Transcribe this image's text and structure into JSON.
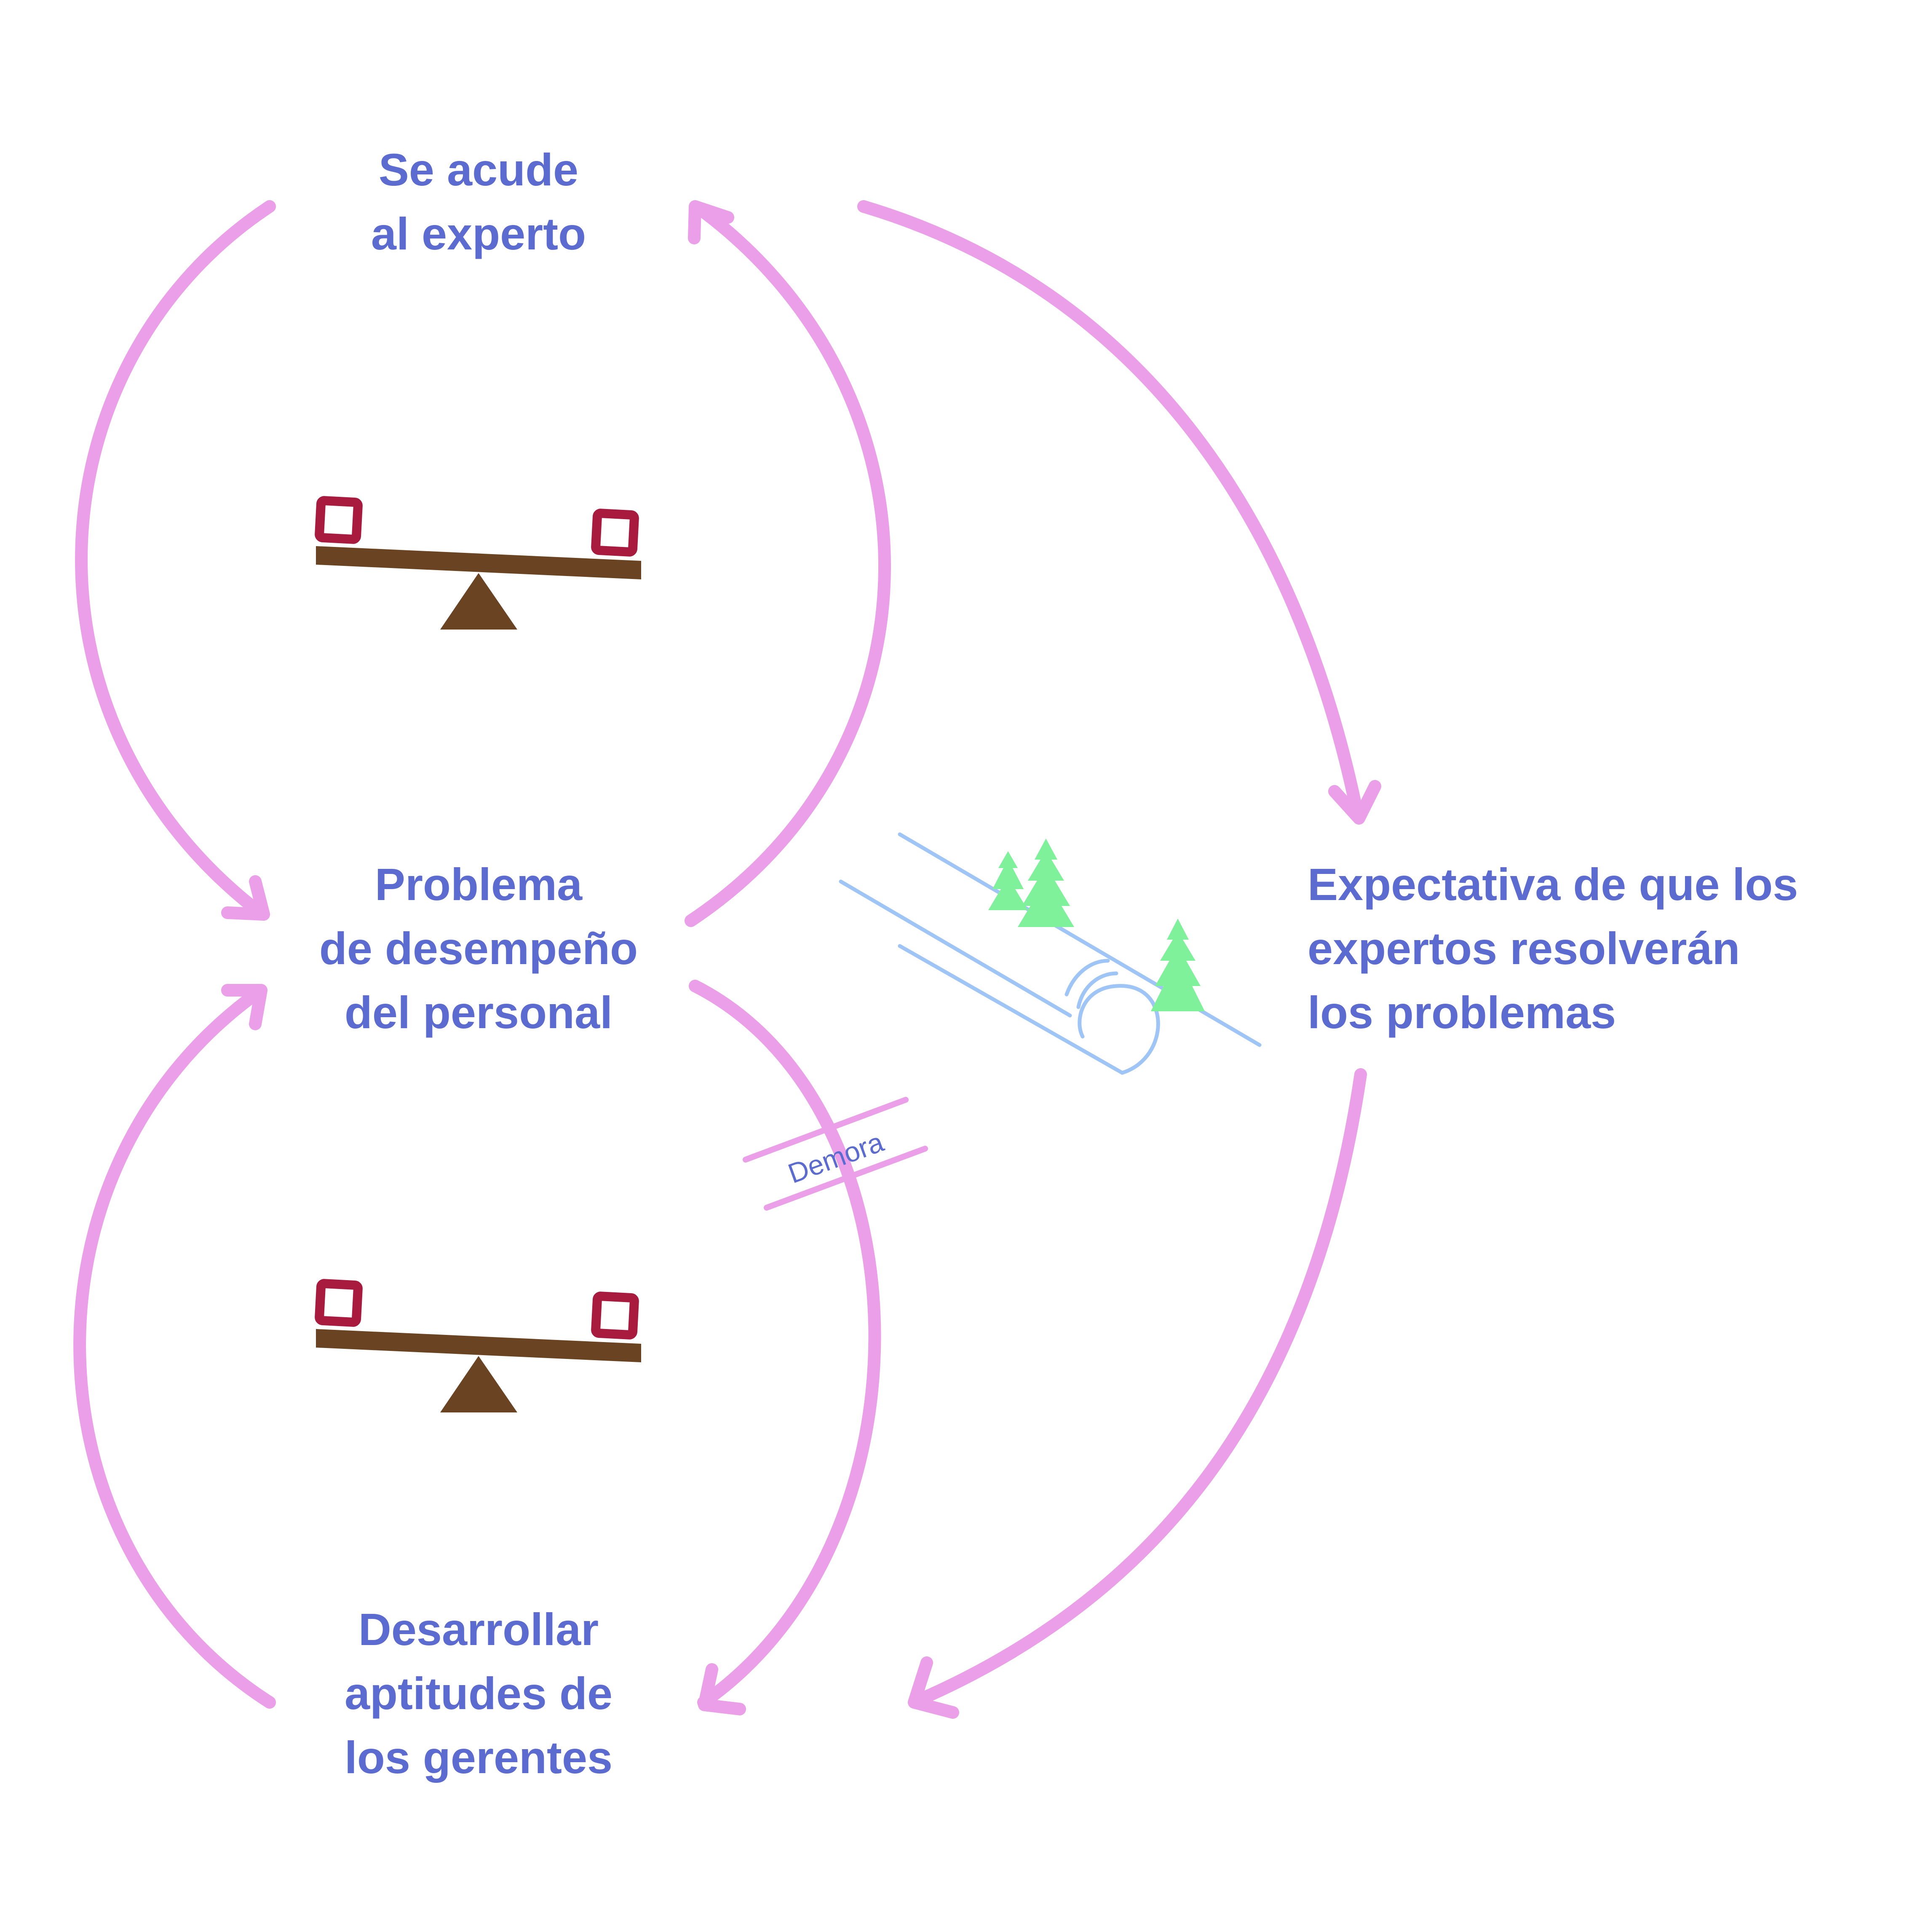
{
  "nodes": {
    "experto": {
      "lines": [
        "Se acude",
        "al experto"
      ]
    },
    "problema": {
      "lines": [
        "Problema",
        "de desempeño",
        "del personal"
      ]
    },
    "expectativa": {
      "lines": [
        "Expectativa de que los",
        "expertos resolverán",
        "los problemas"
      ]
    },
    "desarrollar": {
      "lines": [
        "Desarrollar",
        "aptitudes de",
        "los gerentes"
      ]
    }
  },
  "delay": {
    "label": "Demora"
  },
  "loops": {
    "upper": {
      "type": "balancing",
      "icon": "seesaw-icon"
    },
    "lower": {
      "type": "balancing",
      "icon": "seesaw-icon"
    },
    "outer": {
      "type": "reinforcing",
      "icon": "snowball-icon"
    }
  },
  "colors": {
    "text": "#5b6bd0",
    "link": "#ea9fe8",
    "seesaw": "#6a4322",
    "weight": "#a81b3e",
    "slope": "#9ec5f6",
    "tree": "#7ef19a"
  }
}
